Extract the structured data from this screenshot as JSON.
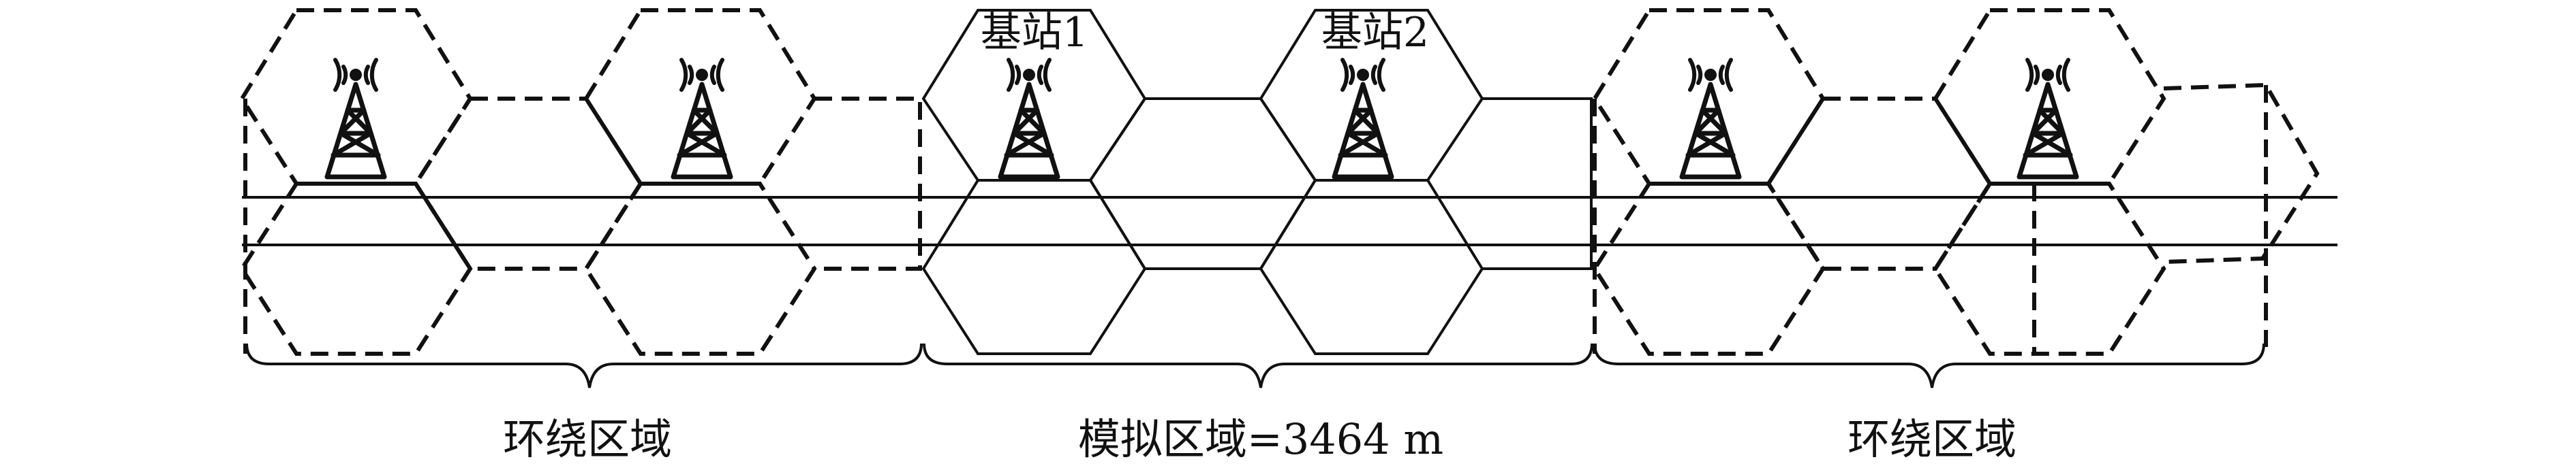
{
  "labels": {
    "station_1": "基站1",
    "station_2": "基站2",
    "left_region": "环绕区域",
    "center_region": "模拟区域=3464 m",
    "right_region": "环绕区域"
  },
  "icons": {
    "tower": "cell-tower-icon"
  },
  "colors": {
    "ink": "#111111",
    "background": "#ffffff"
  }
}
